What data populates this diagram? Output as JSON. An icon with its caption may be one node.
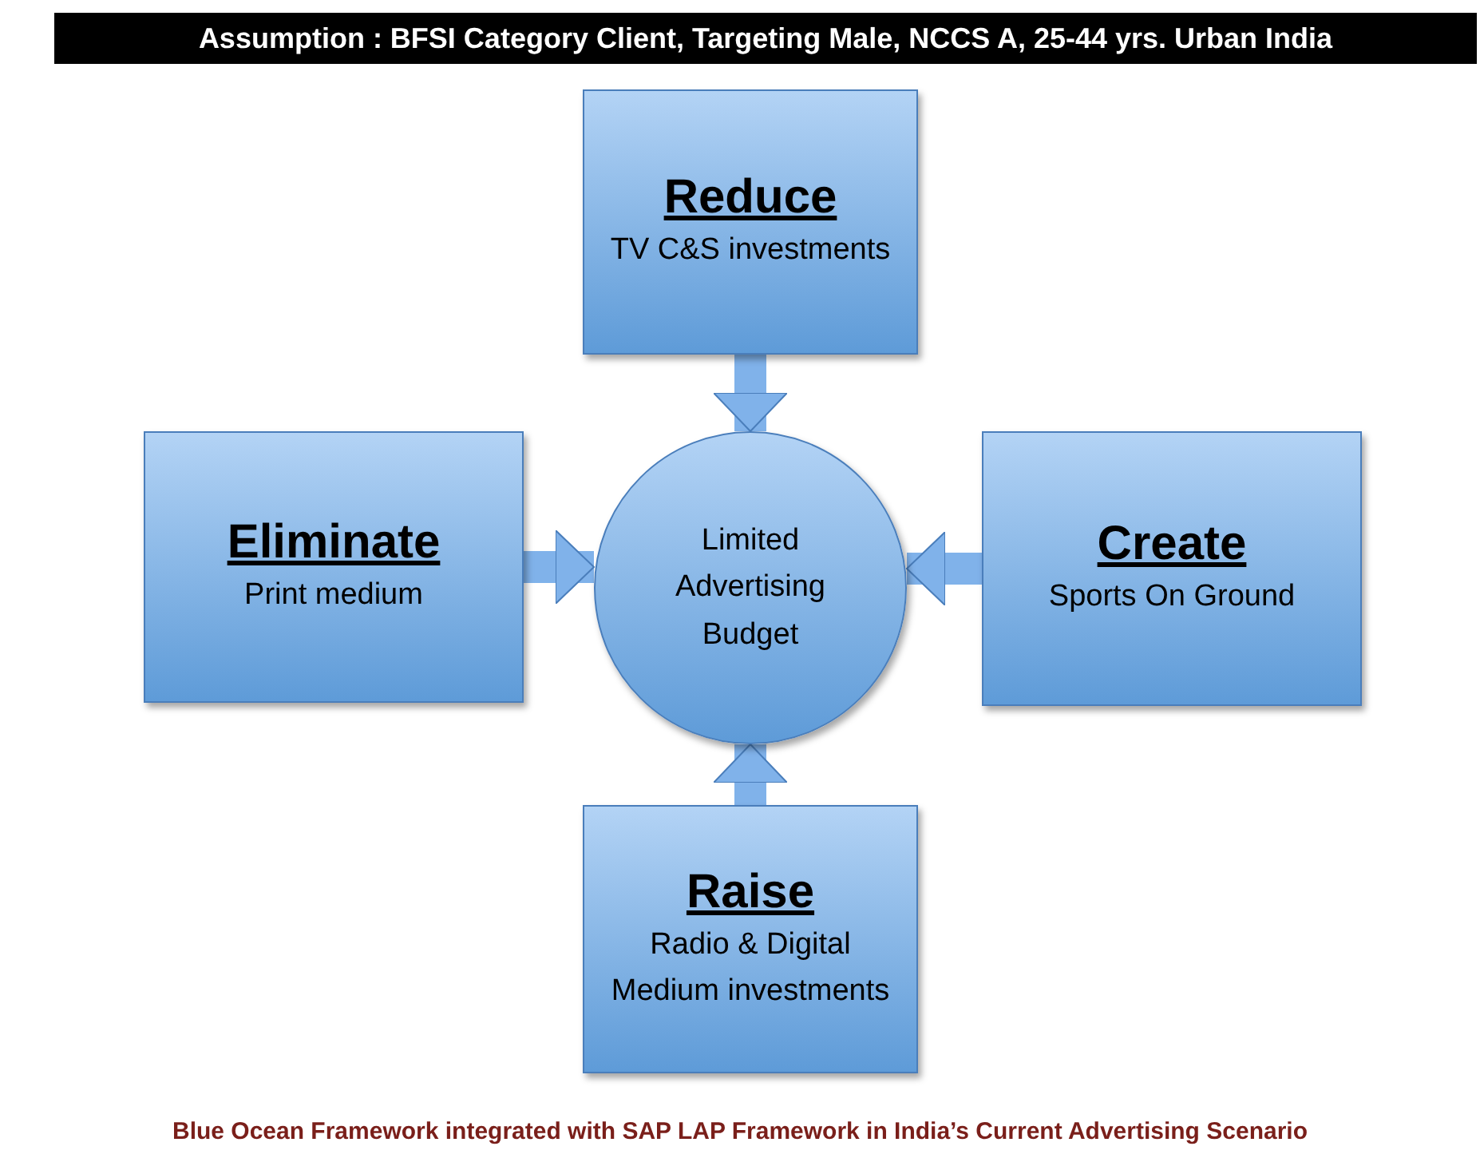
{
  "diagram": {
    "title": "Assumption : BFSI Category Client, Targeting Male, NCCS A, 25-44 yrs. Urban India",
    "caption": "Blue Ocean Framework integrated with SAP LAP Framework in India’s Current Advertising Scenario",
    "nodes": [
      {
        "text": [
          "Reduce",
          "TV C&S investments"
        ]
      },
      {
        "text": [
          "Eliminate",
          "Print medium"
        ]
      },
      {
        "text": [
          "Limited Advertising Budget"
        ]
      },
      {
        "text": [
          "Create",
          "Sports On Ground"
        ]
      },
      {
        "text": [
          "Raise",
          "Radio & Digital Medium investments"
        ]
      }
    ],
    "edges": [
      {
        "from": 0,
        "to": 2,
        "arrow": "to"
      },
      {
        "from": 1,
        "to": 2,
        "arrow": "to"
      },
      {
        "from": 3,
        "to": 2,
        "arrow": "to"
      },
      {
        "from": 4,
        "to": 2,
        "arrow": "to"
      }
    ]
  }
}
